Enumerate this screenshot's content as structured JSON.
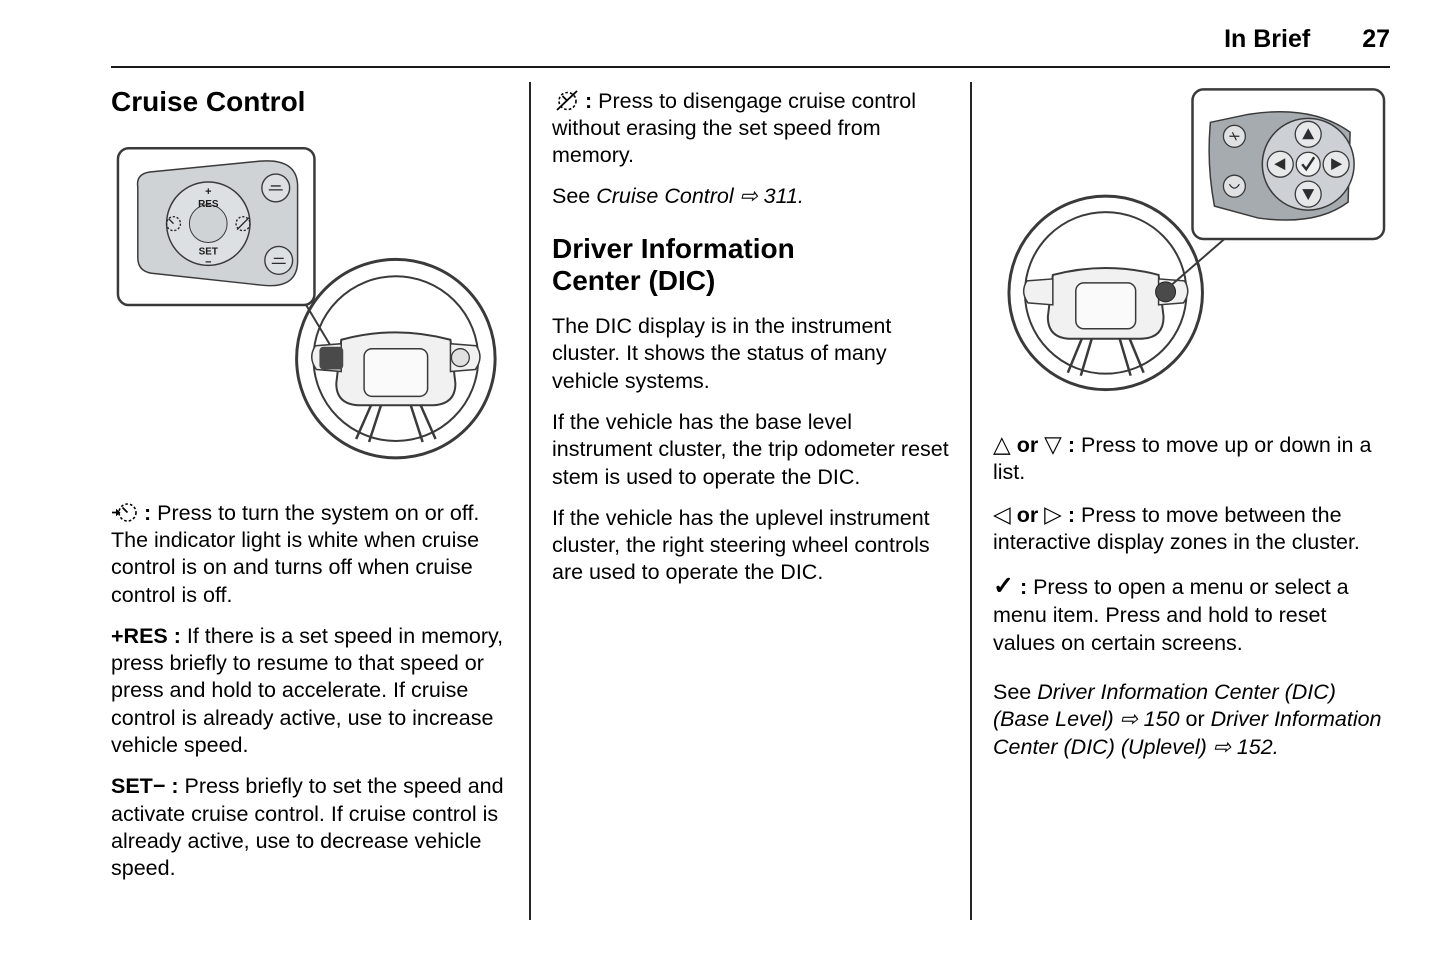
{
  "header": {
    "section": "In Brief",
    "page_number": "27"
  },
  "col1": {
    "heading": "Cruise Control",
    "illustration": {
      "res_plus": "+",
      "res": "RES",
      "set": "SET",
      "set_minus": "−"
    },
    "para_on_off": {
      "colon": ":",
      "text": "Press to turn the system on or off. The indicator light is white when cruise control is on and turns off when cruise control is off."
    },
    "para_res": {
      "lead": "+RES :",
      "text": "If there is a set speed in memory, press briefly to resume to that speed or press and hold to accelerate. If cruise control is already active, use to increase vehicle speed."
    },
    "para_set": {
      "lead": "SET− :",
      "text": "Press briefly to set the speed and activate cruise control. If cruise control is already active, use to decrease vehicle speed."
    }
  },
  "col2": {
    "para_cancel": {
      "colon": ":",
      "text": "Press to disengage cruise control without erasing the set speed from memory."
    },
    "see_cruise": {
      "prefix": "See",
      "ref": "Cruise Control",
      "page_ref": "⇨ 311."
    },
    "heading": "Driver Information Center (DIC)",
    "para_dic1": "The DIC display is in the instrument cluster. It shows the status of many vehicle systems.",
    "para_dic2": "If the vehicle has the base level instrument cluster, the trip odometer reset stem is used to operate the DIC.",
    "para_dic3": "If the vehicle has the uplevel instrument cluster, the right steering wheel controls are used to operate the DIC."
  },
  "col3": {
    "para_updown": {
      "icon_up": "△",
      "or": "or",
      "icon_down": "▽",
      "colon": ":",
      "text": "Press to move up or down in a list."
    },
    "para_leftright": {
      "icon_left": "◁",
      "or": "or",
      "icon_right": "▷",
      "colon": ":",
      "text": "Press to move between the interactive display zones in the cluster."
    },
    "para_select": {
      "icon": "✓",
      "colon": ":",
      "text": "Press to open a menu or select a menu item. Press and hold to reset values on certain screens."
    },
    "see_dic": {
      "prefix": "See",
      "ref1": "Driver Information Center (DIC) (Base Level)",
      "page_ref1": "⇨ 150",
      "mid": "or",
      "ref2": "Driver Information Center (DIC) (Uplevel)",
      "page_ref2": "⇨ 152."
    }
  }
}
